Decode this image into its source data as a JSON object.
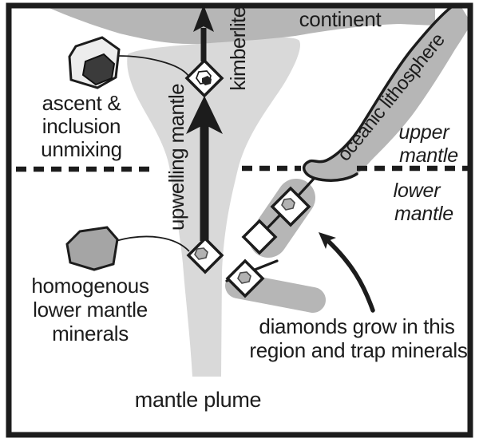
{
  "figure": {
    "description": "Cross-section diagram of a mantle plume carrying diamonds from the lower mantle up through a kimberlite conduit beneath a continent",
    "labels": {
      "continent": "continent",
      "kimberlite": "kimberlite",
      "upwelling_mantle": "upwelling mantle",
      "oceanic_lithosphere": "oceanic lithosphere",
      "upper_mantle_line1": "upper",
      "upper_mantle_line2": "mantle",
      "lower_mantle_line1": "lower",
      "lower_mantle_line2": "mantle",
      "ascent_line1": "ascent &",
      "ascent_line2": "inclusion",
      "ascent_line3": "unmixing",
      "homogenous_line1": "homogenous",
      "homogenous_line2": "lower mantle",
      "homogenous_line3": "minerals",
      "diamonds_line1": "diamonds grow in this",
      "diamonds_line2": "region and trap minerals",
      "mantle_plume": "mantle plume"
    },
    "colors": {
      "outline": "#1c1c1c",
      "background": "#ffffff",
      "plume": "#d9d9d9",
      "lithosphere": "#b6b6b6",
      "diamond_fill": "#ffffff",
      "inclusion_fill": "#b2b2b2",
      "mineral_light": "#ededed",
      "mineral_dark": "#3b3b3b",
      "mineral_gray": "#a5a5a5",
      "dark_core": "#242424"
    }
  }
}
